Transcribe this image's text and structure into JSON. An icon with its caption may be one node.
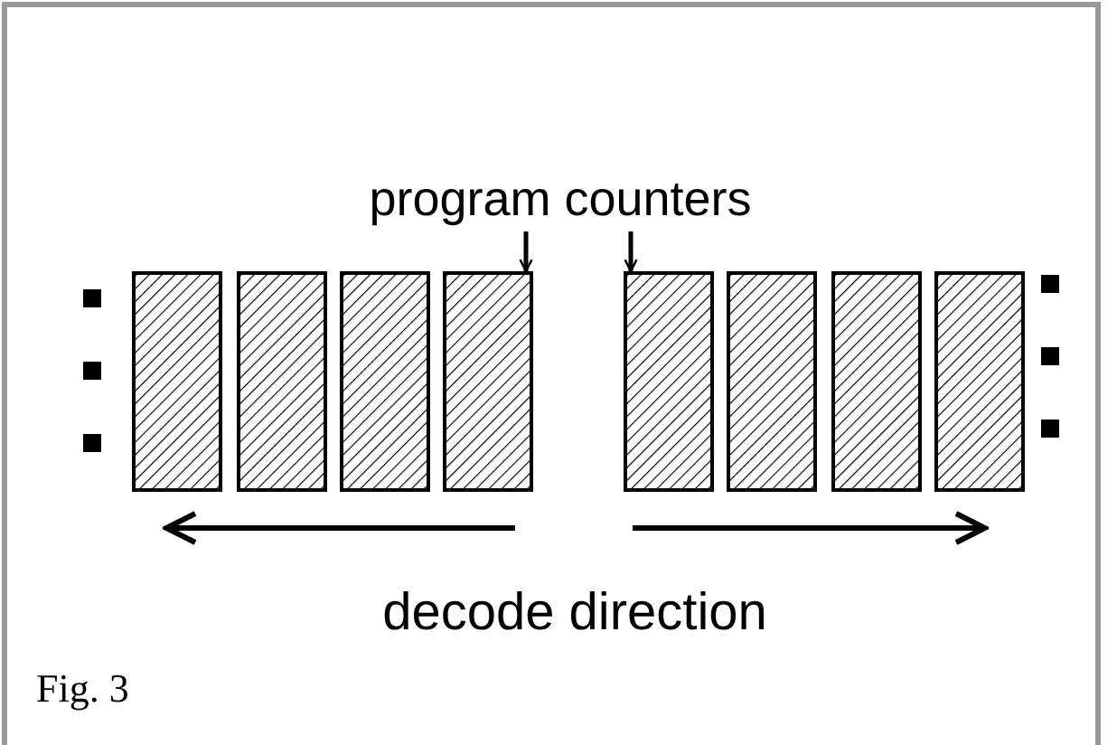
{
  "diagram": {
    "caption": "Fig. 3",
    "nodes": [
      {
        "text": [
          "program counters"
        ]
      },
      {
        "text": [],
        "shape": "bar"
      },
      {
        "text": [],
        "shape": "bar"
      },
      {
        "text": [],
        "shape": "bar"
      },
      {
        "text": [],
        "shape": "bar"
      },
      {
        "text": [],
        "shape": "bar"
      },
      {
        "text": [],
        "shape": "bar"
      },
      {
        "text": [],
        "shape": "bar"
      },
      {
        "text": [],
        "shape": "bar"
      }
    ],
    "edges": [
      {
        "from": 0,
        "to": 4,
        "arrow": "to"
      },
      {
        "from": 0,
        "to": 5,
        "arrow": "to"
      }
    ],
    "labels": [
      "decode direction"
    ]
  }
}
